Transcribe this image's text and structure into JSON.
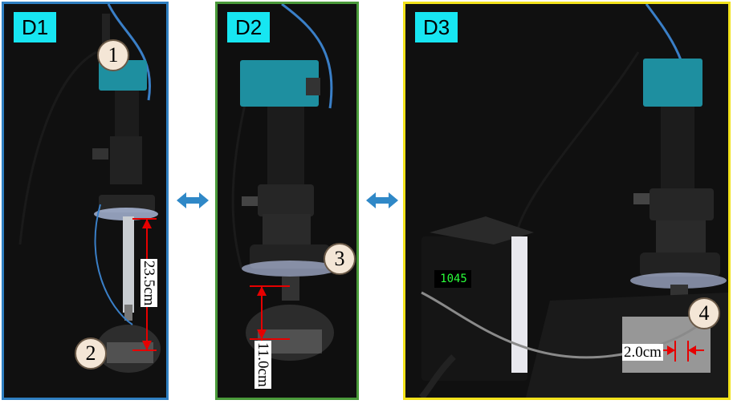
{
  "panels": [
    {
      "label": "D1",
      "border": "#2f7fc1"
    },
    {
      "label": "D2",
      "border": "#4a9a3a"
    },
    {
      "label": "D3",
      "border": "#f2e21b"
    }
  ],
  "markers": [
    "1",
    "2",
    "3",
    "4"
  ],
  "dimensions": {
    "d1_height": "23.5cm",
    "d2_height": "11.0cm",
    "d3_offset": "2.0cm"
  },
  "display_reading": "1045",
  "colors": {
    "label_bg": "#17e6f2",
    "arrow": "#2f88c7",
    "dimension_line": "#e60000",
    "camera": "#1e8fa0",
    "display": "#2aff3a"
  },
  "icons": [
    "double-arrow-icon"
  ]
}
